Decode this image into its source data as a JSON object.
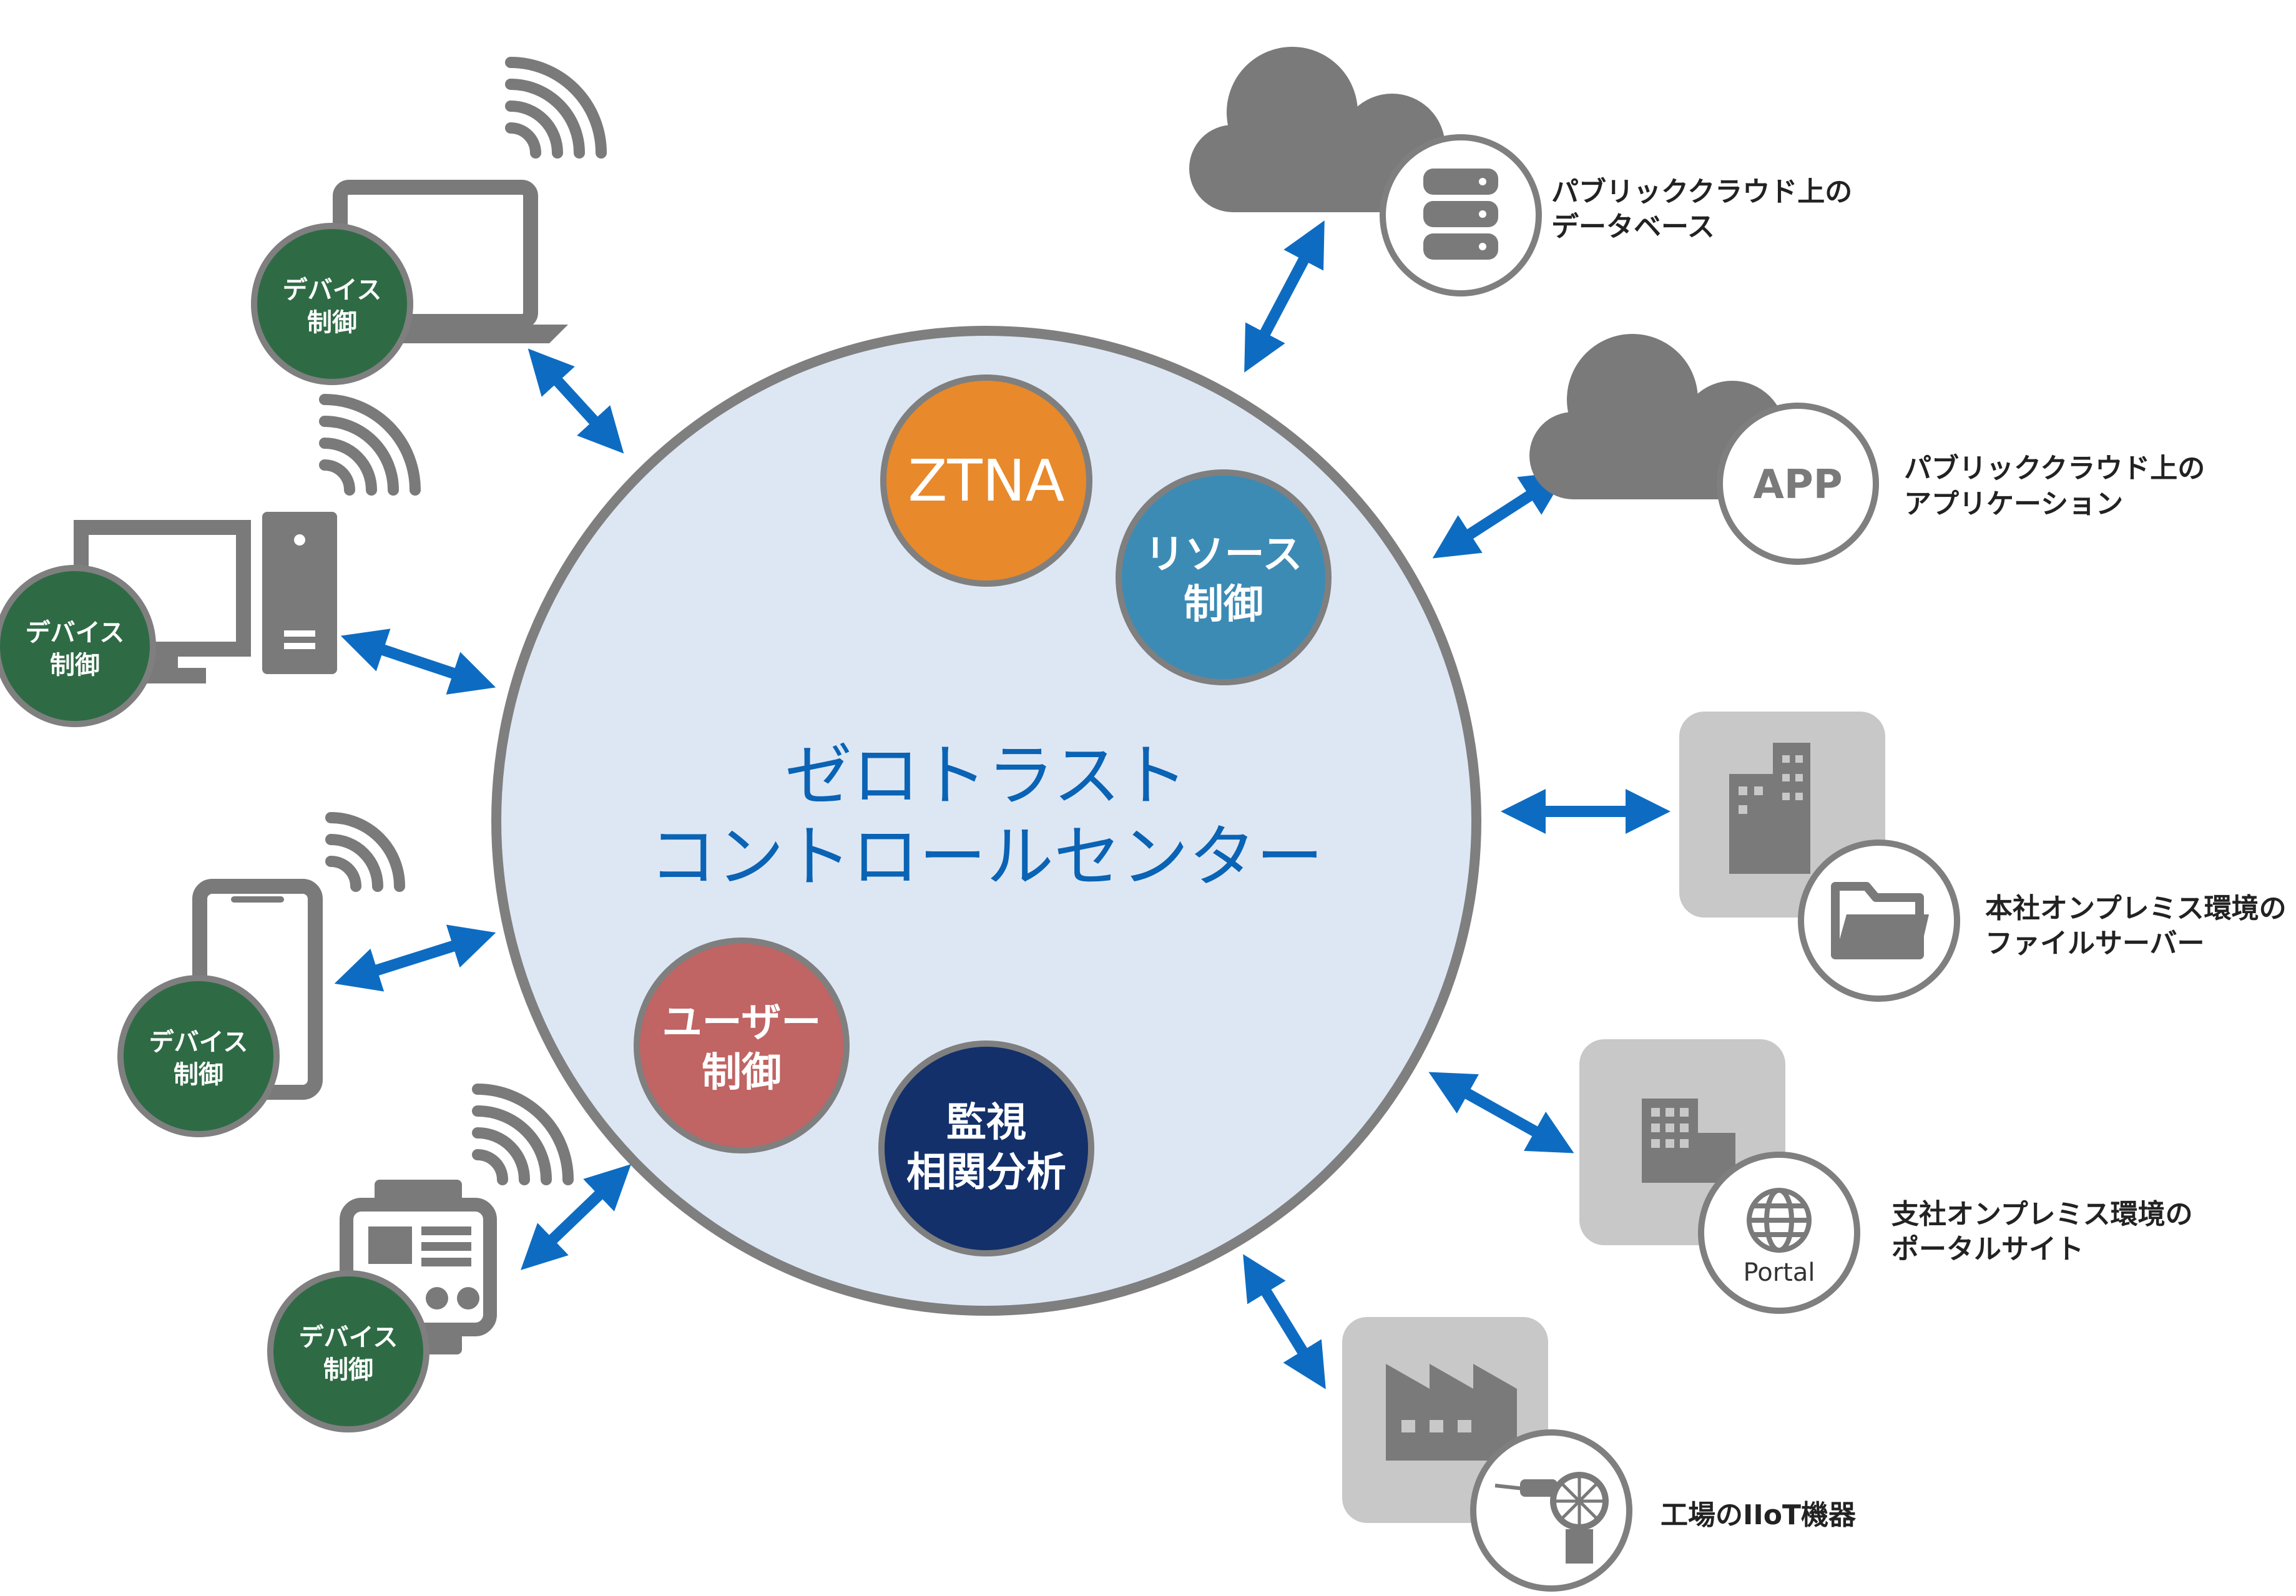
{
  "center": {
    "line1": "ゼロトラスト",
    "line2": "コントロールセンター",
    "circles": {
      "ztna": {
        "label": "ZTNA",
        "color": "#e8892b"
      },
      "resource": {
        "line1": "リソース",
        "line2": "制御",
        "color": "#3c8bb5"
      },
      "user": {
        "line1": "ユーザー",
        "line2": "制御",
        "color": "#c06464"
      },
      "monitor": {
        "line1": "監視",
        "line2": "相関分析",
        "color": "#13306b"
      }
    }
  },
  "devices": [
    {
      "name": "laptop",
      "line1": "デバイス",
      "line2": "制御"
    },
    {
      "name": "desktop",
      "line1": "デバイス",
      "line2": "制御"
    },
    {
      "name": "smartphone",
      "line1": "デバイス",
      "line2": "制御"
    },
    {
      "name": "smartwatch",
      "line1": "デバイス",
      "line2": "制御"
    }
  ],
  "resources": [
    {
      "name": "cloud-database",
      "line1": "パブリッククラウド上の",
      "line2": "データベース"
    },
    {
      "name": "cloud-app",
      "badge": "APP",
      "line1": "パブリッククラウド上の",
      "line2": "アプリケーション"
    },
    {
      "name": "hq-fileserver",
      "line1": "本社オンプレミス環境の",
      "line2": "ファイルサーバー"
    },
    {
      "name": "branch-portal",
      "badge": "Portal",
      "line1": "支社オンプレミス環境の",
      "line2": "ポータルサイト"
    },
    {
      "name": "factory-iiot",
      "line1": "工場のIIoT機器"
    }
  ],
  "colors": {
    "arrow": "#0d6cc2",
    "device_badge": "#2e6b45",
    "center_fill": "#dde7f4",
    "ring": "#7f7f7f",
    "icon": "#7a7a7a",
    "tile": "#c8c8c8"
  }
}
